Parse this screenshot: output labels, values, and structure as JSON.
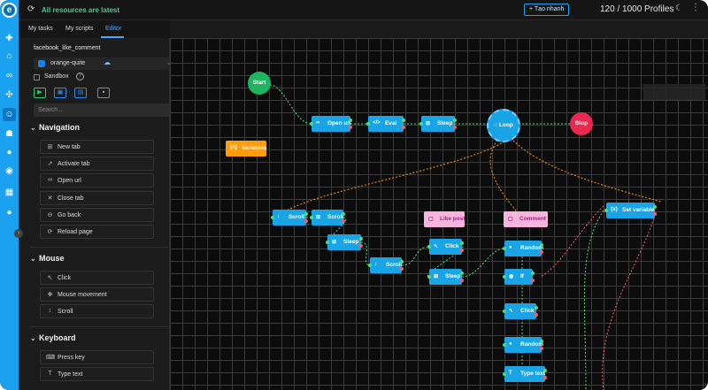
{
  "topbar": {
    "status": "All resources are latest",
    "quick_create": "+ Tạo nhanh",
    "profile_count": "120 / 1000 Profiles"
  },
  "tabs": [
    "My tasks",
    "My scripts",
    "Editor"
  ],
  "panel": {
    "script_name": "facebook_like_comment",
    "profile": "orange-quite",
    "sandbox_label": "Sandbox",
    "search_placeholder": "Search..."
  },
  "sections": [
    {
      "title": "Navigation",
      "items": [
        "New tab",
        "Activate tab",
        "Open url",
        "Close tab",
        "Go back",
        "Reload page"
      ]
    },
    {
      "title": "Mouse",
      "items": [
        "Click",
        "Mouse movement",
        "Scroll"
      ]
    },
    {
      "title": "Keyboard",
      "items": [
        "Press key",
        "Type text"
      ]
    }
  ],
  "canvas": {
    "start": "Start",
    "stop": "Stop",
    "loop": "Loop",
    "variables": "Variables",
    "open_url": "Open url",
    "eval": "Eval",
    "sleep": "Sleep",
    "scroll": "Scroll",
    "like_post": "Like post",
    "comment": "Comment",
    "click": "Click",
    "random": "Random",
    "if": "If",
    "type_text": "Type text",
    "set_variable": "Set variable"
  },
  "colors": {
    "accent": "#1aa1ef",
    "node": "#19a4e6",
    "start": "#1db462",
    "stop": "#e8284f",
    "pink_node": "#f7b5de",
    "orange_node": "#ff9c0b",
    "status_ok": "#4ec98a"
  }
}
